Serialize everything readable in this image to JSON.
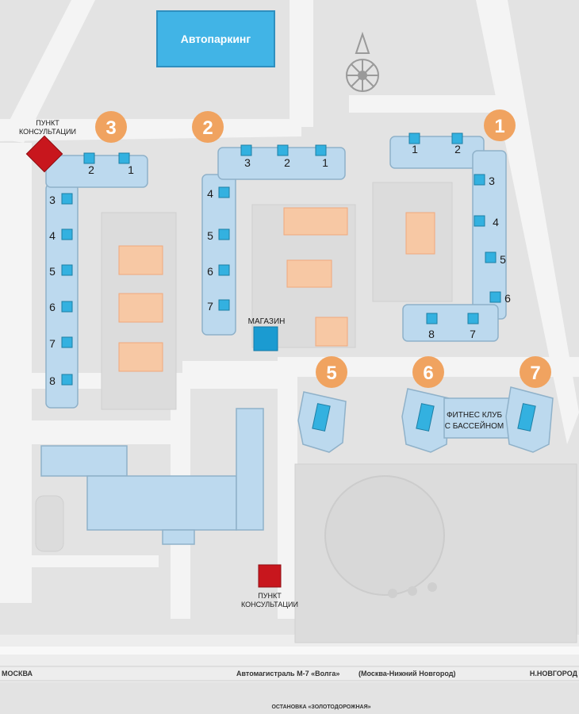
{
  "colors": {
    "background": "#e3e3e3",
    "road": "#f4f4f4",
    "building": "#bcd9ee",
    "building_stroke": "#8fb1c9",
    "entrance": "#33b1e0",
    "marker": "#f0a360",
    "court": "#f7c8a4",
    "consult": "#c8161d",
    "store": "#1b9bd1",
    "parking": "#41b4e6"
  },
  "parking": {
    "label": "Автопаркинг"
  },
  "compass": {
    "icon": "compass-rose-icon"
  },
  "consultation_points": [
    {
      "id": "north",
      "line1": "ПУНКТ",
      "line2": "КОНСУЛЬТАЦИИ"
    },
    {
      "id": "south",
      "line1": "ПУНКТ",
      "line2": "КОНСУЛЬТАЦИИ"
    }
  ],
  "store": {
    "label": "МАГАЗИН"
  },
  "fitness": {
    "line1": "ФИТНЕС КЛУБ",
    "line2": "С БАССЕЙНОМ"
  },
  "sections": [
    {
      "number": "1",
      "entrances": [
        "1",
        "2",
        "3",
        "4",
        "5",
        "6",
        "7",
        "8"
      ]
    },
    {
      "number": "2",
      "entrances": [
        "1",
        "2",
        "3",
        "4",
        "5",
        "6",
        "7"
      ]
    },
    {
      "number": "3",
      "entrances": [
        "1",
        "2",
        "3",
        "4",
        "5",
        "6",
        "7",
        "8"
      ]
    },
    {
      "number": "5",
      "entrances": []
    },
    {
      "number": "6",
      "entrances": []
    },
    {
      "number": "7",
      "entrances": []
    }
  ],
  "highway": {
    "left": "МОСКВА",
    "name": "Автомагистраль М-7 «Волга»",
    "route": "(Москва-Нижний Новгород)",
    "right": "Н.НОВГОРОД",
    "stop": "ОСТАНОВКА «ЗОЛОТОДОРОЖНАЯ»"
  }
}
